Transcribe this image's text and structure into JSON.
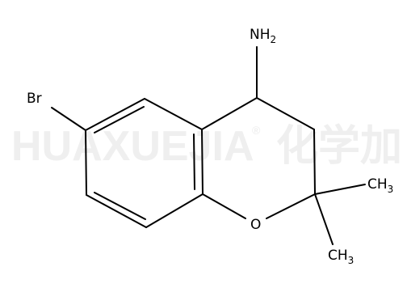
{
  "watermark": {
    "latin": "HUAXUEJIA",
    "registered": "®",
    "cjk": "化学加"
  },
  "molecule": {
    "atoms": {
      "amine": {
        "symbol": "NH",
        "subscript": "2"
      },
      "bromine": {
        "symbol": "Br"
      },
      "oxygen": {
        "symbol": "O"
      },
      "methyl_upper": {
        "symbol": "CH",
        "subscript": "3"
      },
      "methyl_lower": {
        "symbol": "CH",
        "subscript": "3"
      }
    }
  }
}
